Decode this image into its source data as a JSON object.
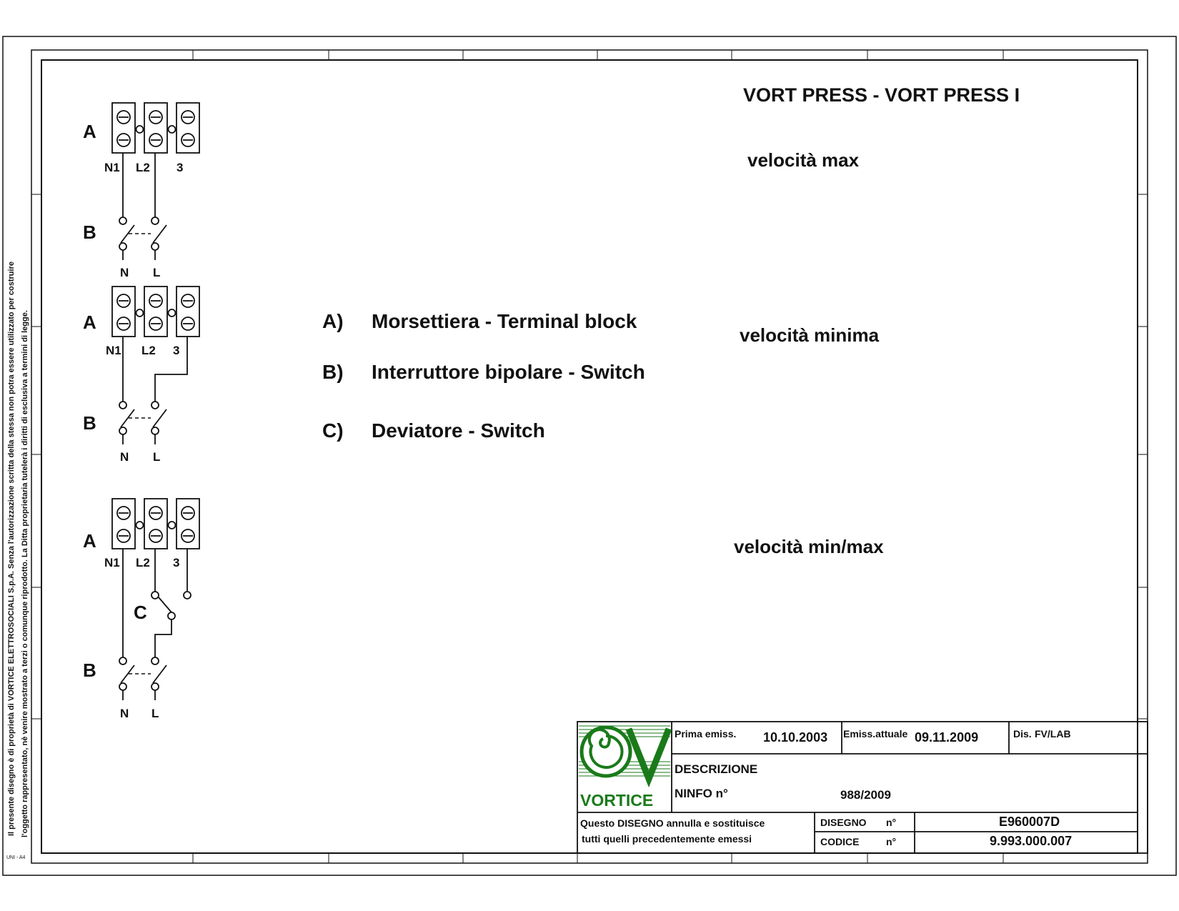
{
  "title": "VORT PRESS - VORT PRESS I",
  "speeds": [
    "velocità max",
    "velocità minima",
    "velocità min/max"
  ],
  "diagram_labels": {
    "terminal": "A",
    "switch": "B",
    "deviator": "C",
    "terminals": [
      "N1",
      "L2",
      "3"
    ],
    "switch_terminals": [
      "N",
      "L"
    ]
  },
  "legend": [
    {
      "key": "A)",
      "text": "Morsettiera - Terminal block"
    },
    {
      "key": "B)",
      "text": "Interruttore bipolare - Switch"
    },
    {
      "key": "C)",
      "text": "Deviatore - Switch"
    }
  ],
  "side_text": [
    "Il presente disegno è di proprietà di VORTICE ELETTROSOCIALI S.p.A. Senza l'autorizzazione scritta della stessa non potra essere utilizzato per costruire",
    "l'oggetto rappresentato, nè venire mostrato a terzi o comunque riprodotto. La Ditta proprietaria tutelerà i diritti di esclusiva a termini di legge."
  ],
  "paper_format": "UNI - A4",
  "title_block": {
    "brand": "VORTICE",
    "prima_emiss_label": "Prima emiss.",
    "prima_emiss_value": "10.10.2003",
    "emiss_attuale_label": "Emiss.attuale",
    "emiss_attuale_value": "09.11.2009",
    "dis_label": "Dis.",
    "dis_value": "FV/LAB",
    "descrizione_label": "DESCRIZIONE",
    "ninfo_label": "NINFO n°",
    "ninfo_value": "988/2009",
    "note_line1": "Questo DISEGNO annulla e sostituisce",
    "note_line2": "tutti quelli precedentemente emessi",
    "disegno_label": "DISEGNO",
    "codice_label": "CODICE",
    "n_label": "n°",
    "disegno_value": "E960007D",
    "codice_value": "9.993.000.007"
  },
  "colors": {
    "ink": "#111111",
    "brand_green": "#1a7a1a"
  }
}
